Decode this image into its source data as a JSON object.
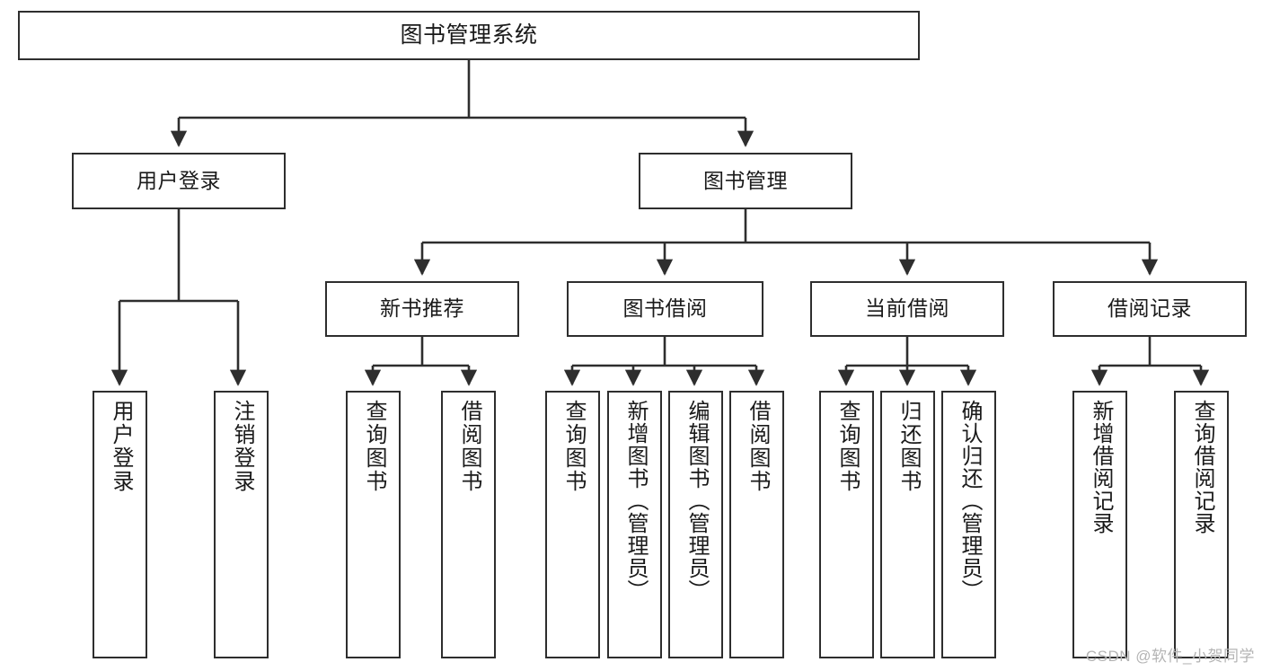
{
  "diagram": {
    "type": "tree-hierarchy",
    "title": "图书管理系统",
    "root": {
      "label": "图书管理系统"
    },
    "level2": [
      {
        "label": "用户登录"
      },
      {
        "label": "图书管理"
      }
    ],
    "level3": [
      {
        "label": "新书推荐"
      },
      {
        "label": "图书借阅"
      },
      {
        "label": "当前借阅"
      },
      {
        "label": "借阅记录"
      }
    ],
    "leaves": {
      "user_login": [
        {
          "label": "用户登录"
        },
        {
          "label": "注销登录"
        }
      ],
      "new_book_recommend": [
        {
          "label": "查询图书"
        },
        {
          "label": "借阅图书"
        }
      ],
      "book_borrow": [
        {
          "label": "查询图书"
        },
        {
          "label": "新增图书（管理员）"
        },
        {
          "label": "编辑图书（管理员）"
        },
        {
          "label": "借阅图书"
        }
      ],
      "current_borrow": [
        {
          "label": "查询图书"
        },
        {
          "label": "归还图书"
        },
        {
          "label": "确认归还（管理员）"
        }
      ],
      "borrow_record": [
        {
          "label": "新增借阅记录"
        },
        {
          "label": "查询借阅记录"
        }
      ]
    }
  },
  "watermark": {
    "text": "CSDN @软件_小贺同学"
  },
  "colors": {
    "stroke": "#2e2e2e",
    "fill": "#ffffff",
    "text": "#1a1a1a",
    "watermark": "#b4b4b4"
  }
}
